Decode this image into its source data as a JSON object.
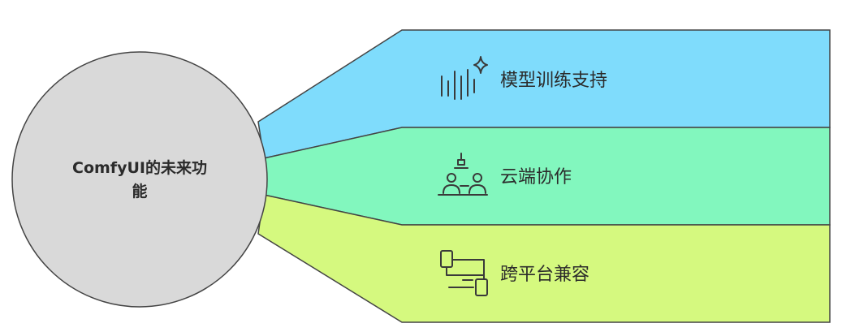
{
  "center": {
    "line1": "ComfyUI的未来功",
    "line2": "能",
    "color": "#d9d9d9"
  },
  "segments": [
    {
      "label": "模型训练支持",
      "icon": "sparkle-bars-icon",
      "color": "#7fdcfc"
    },
    {
      "label": "云端协作",
      "icon": "team-collaboration-icon",
      "color": "#82f7be"
    },
    {
      "label": "跨平台兼容",
      "icon": "devices-icon",
      "color": "#d5f97f"
    }
  ],
  "outline_color": "#444444"
}
